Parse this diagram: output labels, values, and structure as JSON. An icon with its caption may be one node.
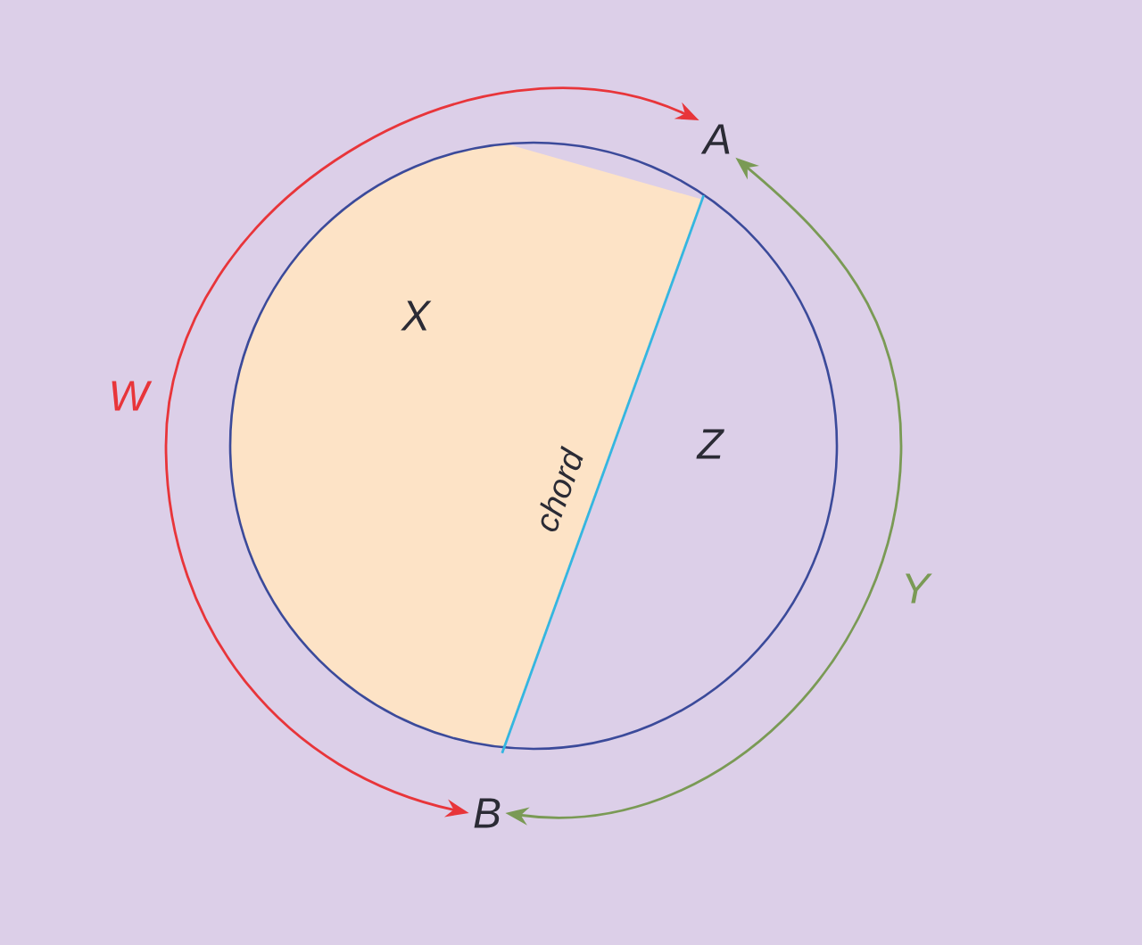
{
  "diagram": {
    "nodes": [
      {
        "text": [
          "A"
        ]
      },
      {
        "text": [
          "B"
        ]
      }
    ],
    "edges": [
      {
        "from": 0,
        "to": 1,
        "arrow": "both",
        "label": "W",
        "color": "#e8353a"
      },
      {
        "from": 0,
        "to": 1,
        "arrow": "both",
        "label": "Y",
        "color": "#7a9a55"
      },
      {
        "from": 0,
        "to": 1,
        "arrow": "none",
        "label": "chord",
        "color": "#35b6e0"
      }
    ],
    "labels": [
      "X",
      "Z"
    ]
  }
}
